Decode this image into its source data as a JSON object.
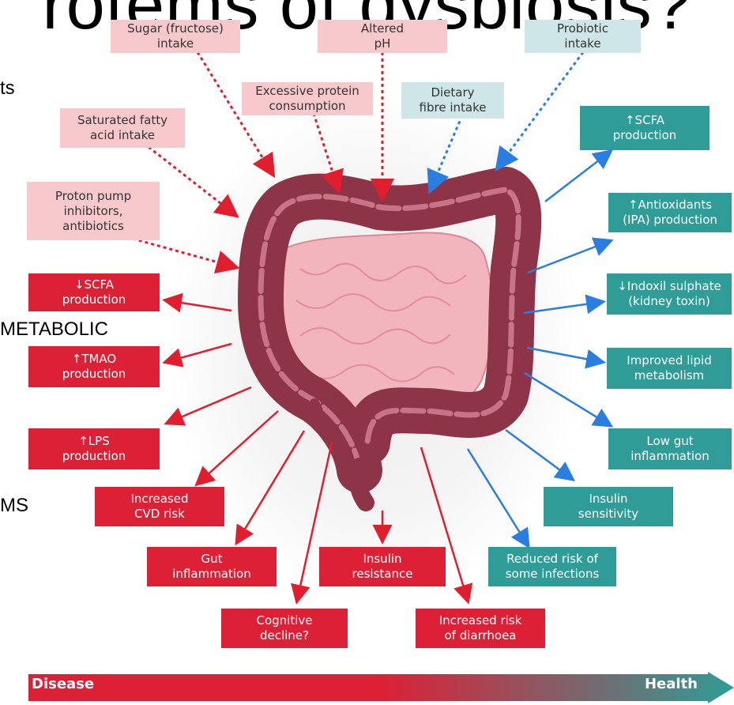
{
  "slide": {
    "title": "rotems of dysbiosis?",
    "left_fragments": [
      "ts",
      "METABOLIC",
      "MS"
    ]
  },
  "causes": [
    {
      "text": "Sugar (fructose)\nintake",
      "style": "pink"
    },
    {
      "text": "Altered\npH",
      "style": "pink"
    },
    {
      "text": "Probiotic\nintake",
      "style": "lblue"
    },
    {
      "text": "Excessive protein\nconsumption",
      "style": "pink"
    },
    {
      "text": "Dietary\nfibre intake",
      "style": "lblue"
    },
    {
      "text": "Saturated fatty\nacid intake",
      "style": "pink"
    },
    {
      "text": "Proton pump\ninhibitors,\nantibiotics",
      "style": "pink"
    }
  ],
  "disease_outcomes": [
    {
      "text": "↓SCFA\nproduction"
    },
    {
      "text": "↑TMAO\nproduction"
    },
    {
      "text": "↑LPS\nproduction"
    },
    {
      "text": "Increased\nCVD risk"
    },
    {
      "text": "Gut\ninflammation"
    },
    {
      "text": "Insulin\nresistance"
    },
    {
      "text": "Cognitive\ndecline?"
    },
    {
      "text": "Increased risk\nof diarrhoea"
    }
  ],
  "health_outcomes": [
    {
      "text": "↑SCFA\nproduction"
    },
    {
      "text": "↑Antioxidants\n(IPA) production"
    },
    {
      "text": "↓Indoxil sulphate\n(kidney toxin)"
    },
    {
      "text": "Improved lipid\nmetabolism"
    },
    {
      "text": "Low gut\ninflammation"
    },
    {
      "text": "Insulin\nsensitivity"
    },
    {
      "text": "Reduced risk of\nsome infections"
    }
  ],
  "scale_bar": {
    "left_label": "Disease",
    "right_label": "Health",
    "left_color": "#dc2036",
    "right_color": "#2f9c97"
  },
  "colors": {
    "red_arrow": "#e01e2e",
    "blue_arrow": "#2a7de1",
    "colon_dark": "#8e3448",
    "colon_light": "#c87487",
    "small_intestine": "#f3b5bd"
  }
}
